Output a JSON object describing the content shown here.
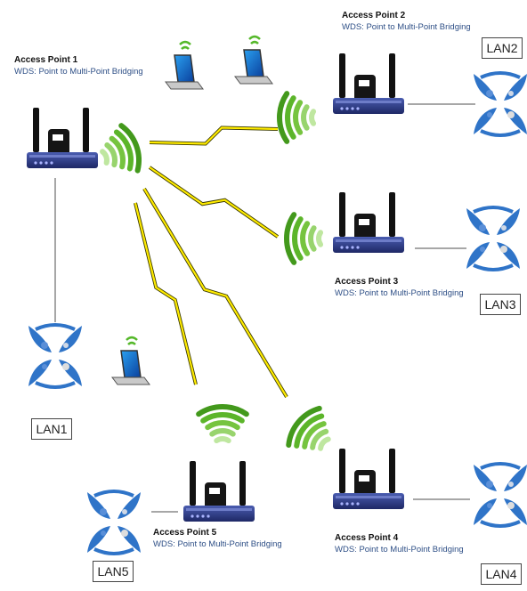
{
  "access_points": [
    {
      "name": "Access Point 1",
      "mode": "WDS: Point to Multi-Point Bridging"
    },
    {
      "name": "Access Point 2",
      "mode": "WDS: Point to Multi-Point Bridging"
    },
    {
      "name": "Access Point 3",
      "mode": "WDS: Point to Multi-Point Bridging"
    },
    {
      "name": "Access Point 4",
      "mode": "WDS: Point to Multi-Point Bridging"
    },
    {
      "name": "Access Point 5",
      "mode": "WDS: Point to Multi-Point Bridging"
    }
  ],
  "lans": [
    "LAN1",
    "LAN2",
    "LAN3",
    "LAN4",
    "LAN5"
  ],
  "colors": {
    "router_body": "#2b3a86",
    "signal_green": "#55b82a",
    "lightning": "#ffeb00",
    "switch_blue": "#2f74c8",
    "label_blue": "#2e4f86"
  },
  "icons": [
    "router-icon",
    "wifi-signal-icon",
    "lightning-link-icon",
    "lan-switch-icon",
    "laptop-icon"
  ]
}
